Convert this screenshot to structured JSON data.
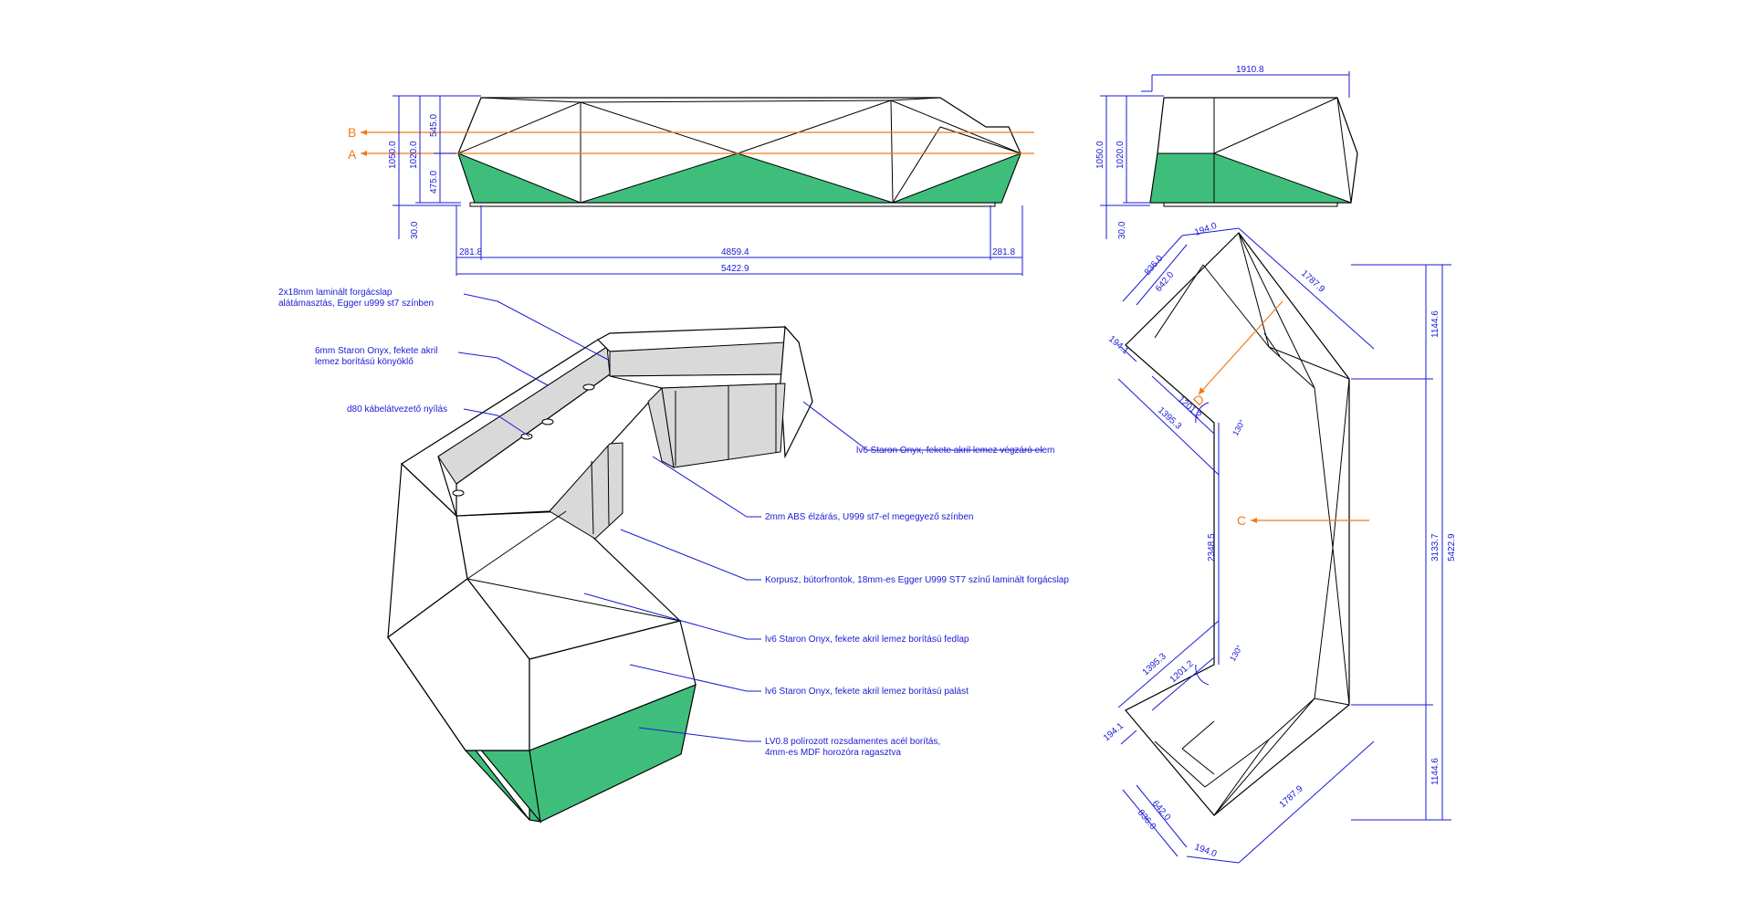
{
  "colors": {
    "dimension": "#1a1ad6",
    "section": "#f07a1a",
    "green_fill": "#3fbe7b",
    "panel_grey": "#d9d9d9",
    "outline": "#000000"
  },
  "front_view": {
    "dims": {
      "h1050": "1050.0",
      "h1020": "1020.0",
      "h545": "545.0",
      "h475": "475.0",
      "h30": "30.0",
      "w281_left": "281.8",
      "w4859": "4859.4",
      "w281_right": "281.8",
      "w5422": "5422.9"
    },
    "sections": {
      "b": "B",
      "a": "A"
    }
  },
  "side_view": {
    "dims": {
      "w1910": "1910.8",
      "h1050": "1050.0",
      "h1020": "1020.0",
      "h30": "30.0"
    }
  },
  "plan_view": {
    "dims": {
      "d836_top": "836.0",
      "d642_top": "642.0",
      "d194_top": "194.0",
      "d1787_top": "1787.9",
      "d194_1_top": "194.1",
      "d1201_top": "1201.2",
      "d1395_top": "1395.3",
      "d2348": "2348.5",
      "d1144_top": "1144.6",
      "d3133": "3133.7",
      "d5422": "5422.9",
      "d1144_bottom": "1144.6",
      "d1395_bottom": "1395.3",
      "d1201_bottom": "1201.2",
      "d194_1_bottom": "194.1",
      "d642_bottom": "642.0",
      "d836_bottom": "836.0",
      "d194_bottom": "194.0",
      "d1787_bottom": "1787.9"
    },
    "angles": {
      "top": "130°",
      "bottom": "130°"
    },
    "sections": {
      "c": "C",
      "d": "D"
    }
  },
  "annotations": [
    {
      "lines": [
        "2x18mm laminált forgácslap",
        "alátámasztás, Egger u999 st7 színben"
      ]
    },
    {
      "lines": [
        "6mm Staron Onyx, fekete akril",
        "lemez borítású könyöklő"
      ]
    },
    {
      "lines": [
        "d80 kábelátvezető nyílás"
      ]
    },
    {
      "lines": [
        "lv6 Staron Onyx, fekete akril lemez végzáró elem"
      ]
    },
    {
      "lines": [
        "2mm ABS élzárás, U999 st7-el megegyező színben"
      ]
    },
    {
      "lines": [
        "Korpusz, bútorfrontok, 18mm-es Egger U999 ST7 színű laminált forgácslap"
      ]
    },
    {
      "lines": [
        "lv6 Staron Onyx, fekete akril lemez borítású fedlap"
      ]
    },
    {
      "lines": [
        "lv6 Staron Onyx, fekete akril lemez borítású palást"
      ]
    },
    {
      "lines": [
        "LV0.8 polírozott rozsdamentes acél borítás,",
        "4mm-es MDF horozóra ragasztva"
      ]
    }
  ]
}
